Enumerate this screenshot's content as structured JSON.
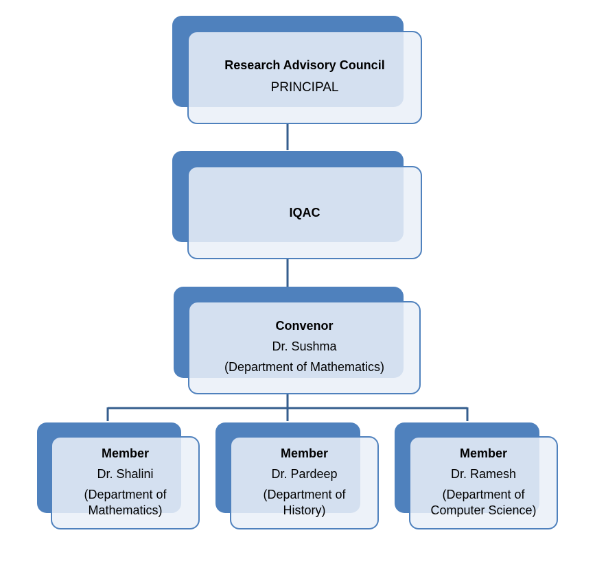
{
  "nodes": {
    "rac": {
      "title": "Research Advisory Council",
      "subtitle": "PRINCIPAL"
    },
    "iqac": {
      "title": "IQAC"
    },
    "convenor": {
      "role": "Convenor",
      "name": "Dr. Sushma",
      "dept": "(Department of Mathematics)"
    },
    "members": [
      {
        "role": "Member",
        "name": "Dr. Shalini",
        "dept_line1": "(Department of",
        "dept_line2": "Mathematics)"
      },
      {
        "role": "Member",
        "name": "Dr. Pardeep",
        "dept_line1": "(Department of",
        "dept_line2": "History)"
      },
      {
        "role": "Member",
        "name": "Dr. Ramesh",
        "dept_line1": "(Department of",
        "dept_line2": "Computer Science)"
      }
    ]
  },
  "colors": {
    "accent": "#4f81bd",
    "card_fill": "#eaf0f8",
    "connector": "#355e8e"
  }
}
